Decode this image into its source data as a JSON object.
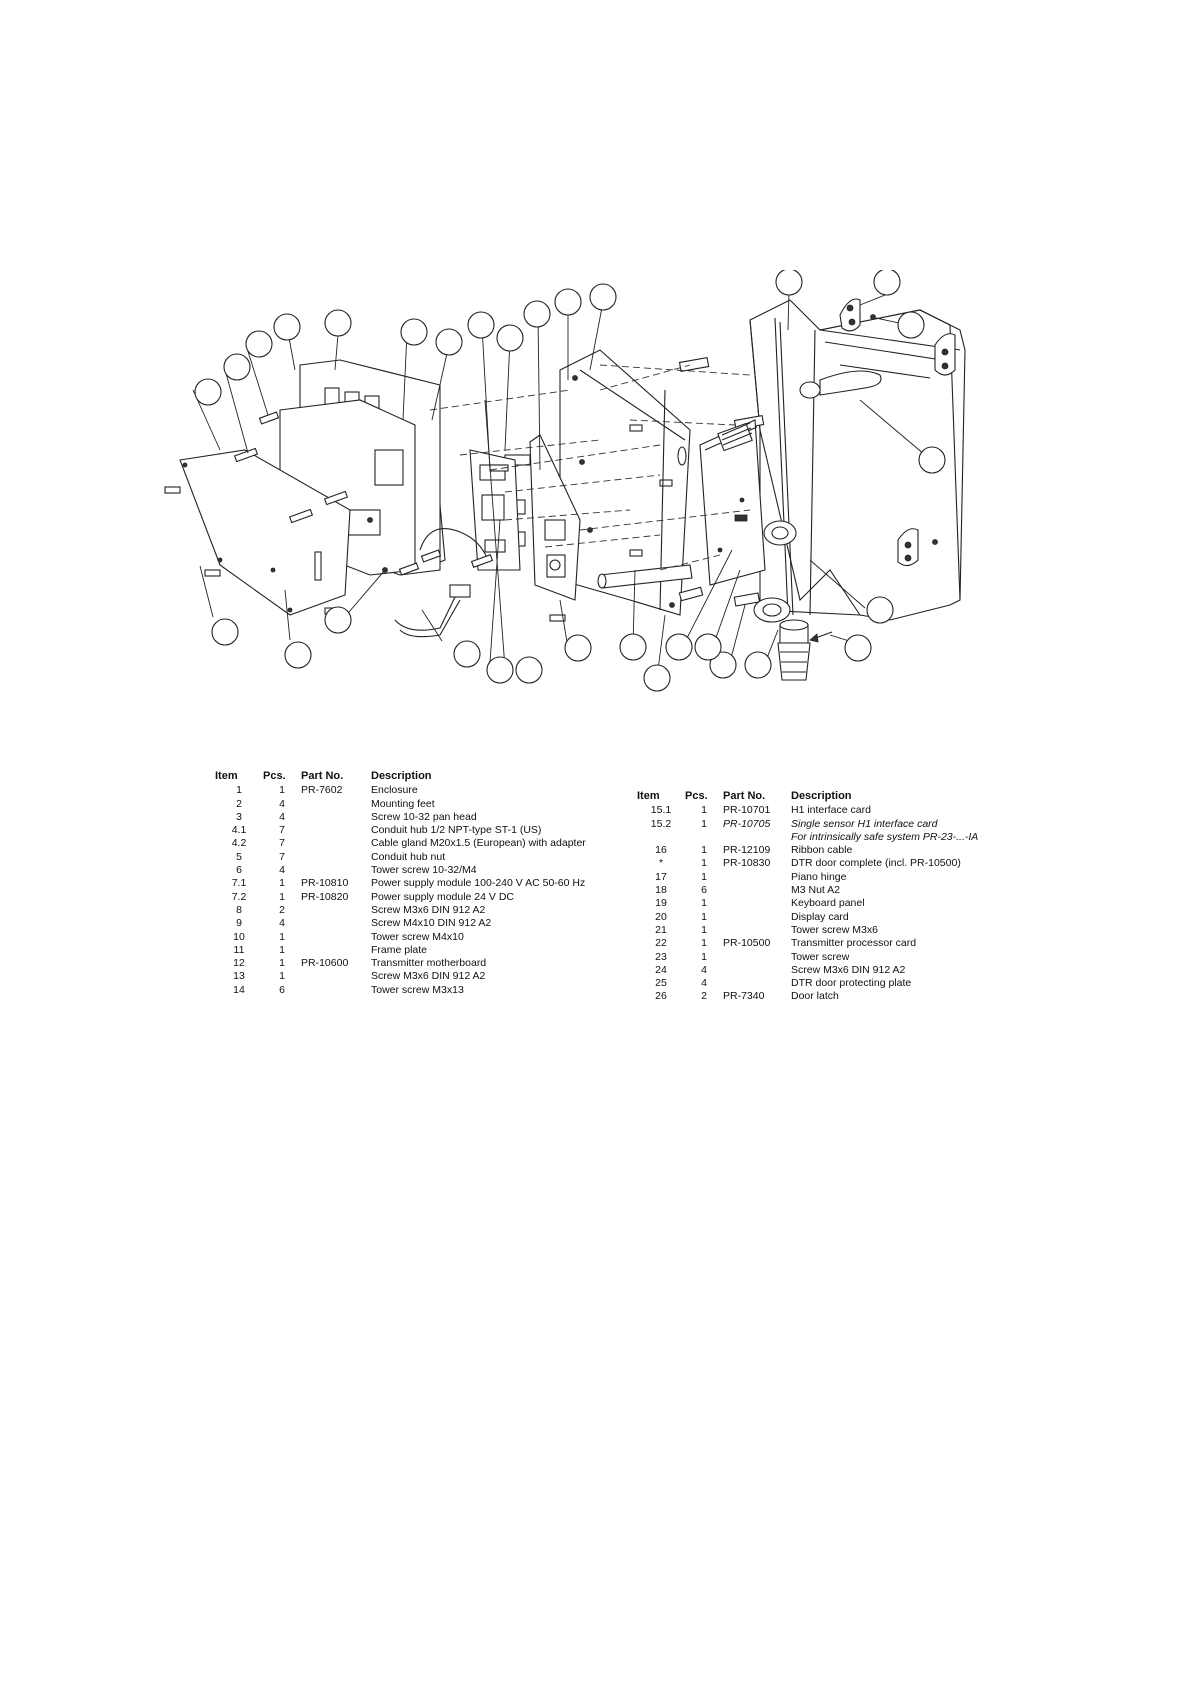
{
  "table_left": {
    "headers": {
      "item": "Item",
      "pcs": "Pcs.",
      "part": "Part No.",
      "desc": "Description"
    },
    "rows": [
      {
        "item": "1",
        "pcs": "1",
        "part": "PR-7602",
        "desc": "Enclosure"
      },
      {
        "item": "2",
        "pcs": "4",
        "part": "",
        "desc": "Mounting feet"
      },
      {
        "item": "3",
        "pcs": "4",
        "part": "",
        "desc": "Screw 10-32 pan head"
      },
      {
        "item": "4.1",
        "pcs": "7",
        "part": "",
        "desc": "Conduit hub 1/2 NPT-type ST-1 (US)"
      },
      {
        "item": "4.2",
        "pcs": "7",
        "part": "",
        "desc": "Cable gland M20x1.5 (European) with adapter"
      },
      {
        "item": "5",
        "pcs": "7",
        "part": "",
        "desc": "Conduit hub nut"
      },
      {
        "item": "6",
        "pcs": "4",
        "part": "",
        "desc": "Tower screw 10-32/M4"
      },
      {
        "item": "7.1",
        "pcs": "1",
        "part": "PR-10810",
        "desc": "Power supply module 100-240 V AC 50-60 Hz"
      },
      {
        "item": "7.2",
        "pcs": "1",
        "part": "PR-10820",
        "desc": "Power supply module 24 V DC"
      },
      {
        "item": "8",
        "pcs": "2",
        "part": "",
        "desc": "Screw M3x6 DIN 912 A2"
      },
      {
        "item": "9",
        "pcs": "4",
        "part": "",
        "desc": "Screw M4x10 DIN 912 A2"
      },
      {
        "item": "10",
        "pcs": "1",
        "part": "",
        "desc": "Tower screw M4x10"
      },
      {
        "item": "11",
        "pcs": "1",
        "part": "",
        "desc": "Frame plate"
      },
      {
        "item": "12",
        "pcs": "1",
        "part": "PR-10600",
        "desc": "Transmitter motherboard"
      },
      {
        "item": "13",
        "pcs": "1",
        "part": "",
        "desc": "Screw M3x6 DIN 912 A2"
      },
      {
        "item": "14",
        "pcs": "6",
        "part": "",
        "desc": "Tower screw M3x13"
      }
    ]
  },
  "table_right": {
    "headers": {
      "item": "Item",
      "pcs": "Pcs.",
      "part": "Part No.",
      "desc": "Description"
    },
    "rows": [
      {
        "item": "15.1",
        "pcs": "1",
        "part": "PR-10701",
        "desc": "H1 interface card",
        "italic": false
      },
      {
        "item": "15.2",
        "pcs": "1",
        "part": "PR-10705",
        "desc": "Single sensor H1 interface card",
        "italic": true
      },
      {
        "item": "",
        "pcs": "",
        "part": "",
        "desc": "For intrinsically safe system PR-23-...-IA",
        "italic": true
      },
      {
        "item": "16",
        "pcs": "1",
        "part": "PR-12109",
        "desc": "Ribbon cable",
        "italic": false
      },
      {
        "item": "*",
        "pcs": "1",
        "part": "PR-10830",
        "desc": "DTR door complete (incl. PR-10500)",
        "italic": false
      },
      {
        "item": "17",
        "pcs": "1",
        "part": "",
        "desc": "Piano hinge",
        "italic": false
      },
      {
        "item": "18",
        "pcs": "6",
        "part": "",
        "desc": "M3 Nut A2",
        "italic": false
      },
      {
        "item": "19",
        "pcs": "1",
        "part": "",
        "desc": "Keyboard panel",
        "italic": false
      },
      {
        "item": "20",
        "pcs": "1",
        "part": "",
        "desc": "Display card",
        "italic": false
      },
      {
        "item": "21",
        "pcs": "1",
        "part": "",
        "desc": "Tower screw M3x6",
        "italic": false
      },
      {
        "item": "22",
        "pcs": "1",
        "part": "PR-10500",
        "desc": "Transmitter processor card",
        "italic": false
      },
      {
        "item": "23",
        "pcs": "1",
        "part": "",
        "desc": "Tower screw",
        "italic": false
      },
      {
        "item": "24",
        "pcs": "4",
        "part": "",
        "desc": "Screw M3x6 DIN 912 A2",
        "italic": false
      },
      {
        "item": "25",
        "pcs": "4",
        "part": "",
        "desc": "DTR door protecting plate",
        "italic": false
      },
      {
        "item": "26",
        "pcs": "2",
        "part": "PR-7340",
        "desc": "Door latch",
        "italic": false
      }
    ]
  }
}
